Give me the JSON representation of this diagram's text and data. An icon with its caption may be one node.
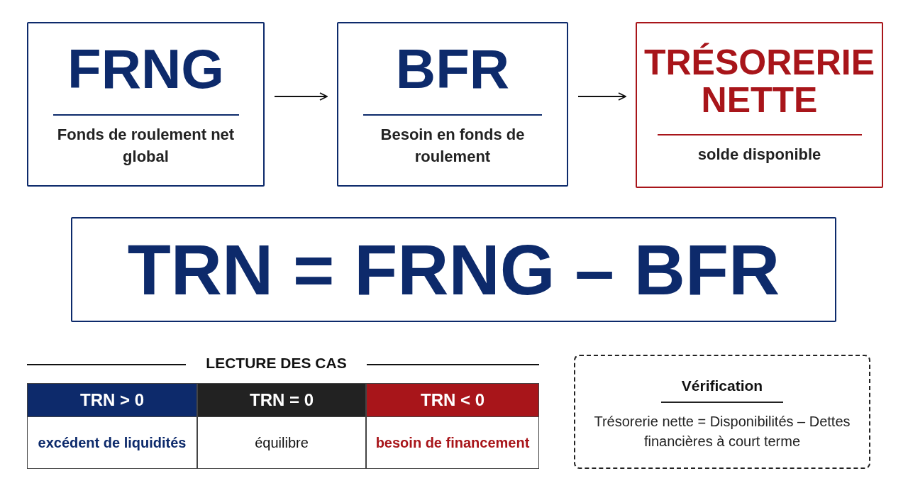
{
  "diagram": {
    "nodes": [
      {
        "text": [
          "FRNG",
          "Fonds de roulement net global"
        ]
      },
      {
        "text": [
          "BFR",
          "Besoin en fonds de roulement"
        ]
      },
      {
        "text": [
          "TRÉSORERIE NETTE",
          "solde disponible"
        ]
      },
      {
        "text": [
          "TRN = FRNG – BFR"
        ]
      },
      {
        "text": [
          "Vérification",
          "Trésorerie nette = Disponibilités – Dettes financières à court terme"
        ]
      }
    ],
    "edges": [
      {
        "from": 0,
        "to": 1,
        "arrow": "to"
      },
      {
        "from": 1,
        "to": 2,
        "arrow": "to"
      }
    ],
    "labels": [
      "LECTURE DES CAS",
      "TRN > 0",
      "TRN = 0",
      "TRN < 0",
      "excédent de liquidités",
      "équilibre",
      "besoin de financement"
    ]
  }
}
